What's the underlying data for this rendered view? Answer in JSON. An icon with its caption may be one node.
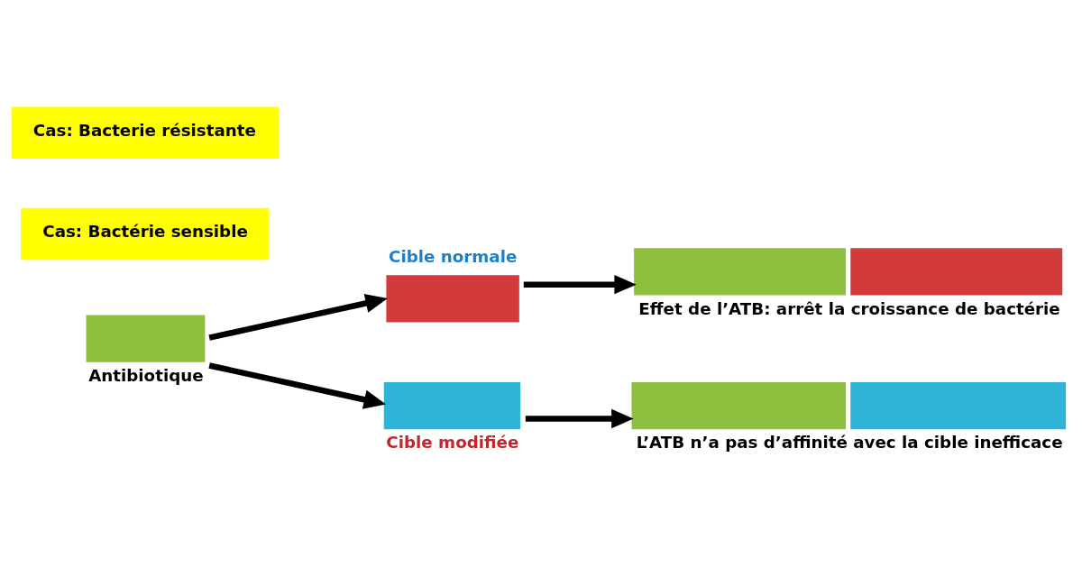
{
  "diagram": {
    "nodes": [
      {
        "text": [
          "Cible normale"
        ]
      },
      {
        "text": [
          "Cas: Bactérie sensible"
        ]
      },
      {
        "text": [
          "Effet de l’ATB: arrêt la croissance de bactérie"
        ]
      },
      {
        "text": [
          "Antibiotique"
        ]
      },
      {
        "text": [
          "Cible modifiée"
        ]
      },
      {
        "text": [
          "Cas: Bacterie résistante"
        ]
      },
      {
        "text": [
          "L’ATB n’a pas d’affinité avec la cible inefficace"
        ]
      }
    ],
    "edges": [
      {
        "from": 3,
        "to": 0,
        "arrow": "to"
      },
      {
        "from": 0,
        "to": 2,
        "arrow": "to"
      },
      {
        "from": 3,
        "to": 4,
        "arrow": "to"
      },
      {
        "from": 4,
        "to": 6,
        "arrow": "to"
      }
    ]
  }
}
